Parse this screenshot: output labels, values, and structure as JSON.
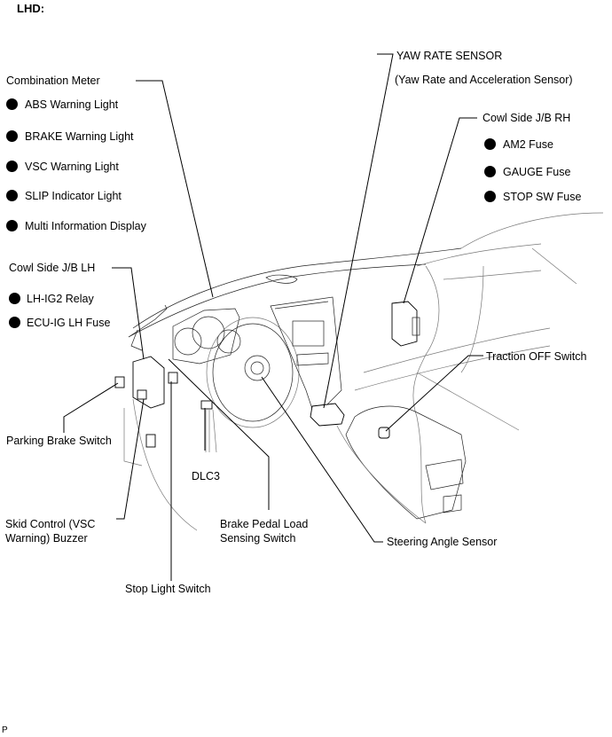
{
  "header": {
    "title": "LHD:"
  },
  "footer": {
    "code": "P"
  },
  "labels": {
    "combination_meter": {
      "title": "Combination Meter",
      "items": [
        "ABS Warning Light",
        "BRAKE Warning Light",
        "VSC Warning Light",
        "SLIP  Indicator Light",
        "Multi Information Display"
      ]
    },
    "cowl_side_jb_lh": {
      "title": "Cowl Side J/B LH",
      "items": [
        "LH-IG2 Relay",
        "ECU-IG LH Fuse"
      ]
    },
    "yaw_rate_sensor": {
      "title": "YAW RATE SENSOR",
      "subtitle": "(Yaw Rate and  Acceleration Sensor)"
    },
    "cowl_side_jb_rh": {
      "title": "Cowl Side J/B RH",
      "items": [
        "AM2 Fuse",
        "GAUGE Fuse",
        "STOP SW Fuse"
      ]
    },
    "traction_off_switch": "Traction OFF Switch",
    "parking_brake_switch": "Parking Brake Switch",
    "dlc3": "DLC3",
    "skid_control_buzzer": [
      "Skid Control (VSC",
      "Warning) Buzzer"
    ],
    "brake_pedal_load_sensing_switch": [
      "Brake Pedal Load",
      "Sensing Switch"
    ],
    "steering_angle_sensor": "Steering Angle Sensor",
    "stop_light_switch": "Stop Light Switch"
  }
}
